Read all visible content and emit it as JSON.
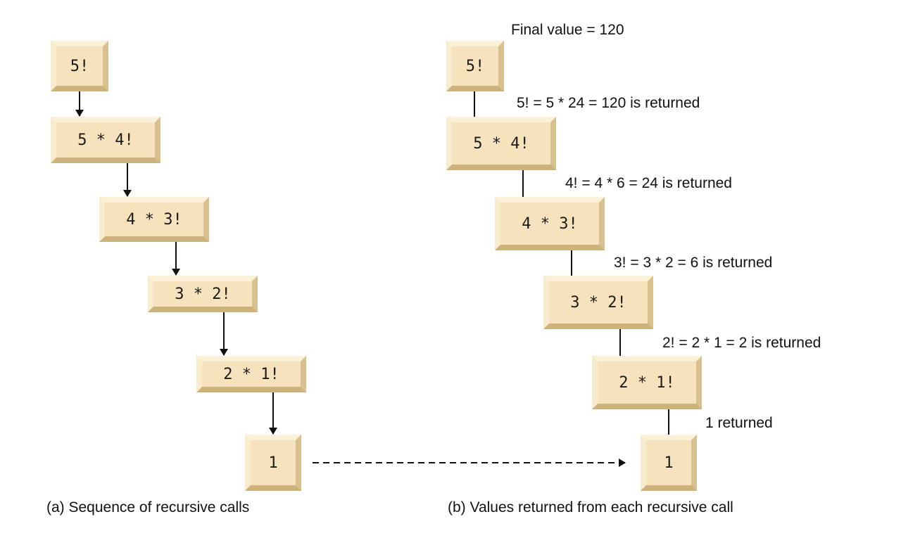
{
  "panel_a": {
    "caption": "(a) Sequence of recursive calls",
    "boxes": [
      "5!",
      "5 * 4!",
      "4 * 3!",
      "3 * 2!",
      "2 * 1!",
      "1"
    ]
  },
  "panel_b": {
    "caption": "(b) Values returned from each recursive call",
    "final_value": "Final value = 120",
    "boxes": [
      "5!",
      "5 * 4!",
      "4 * 3!",
      "3 * 2!",
      "2 * 1!",
      "1"
    ],
    "returns": [
      "5! = 5 * 24 = 120 is returned",
      "4! = 4 * 6 = 24 is returned",
      "3! = 3 * 2 = 6 is returned",
      "2! = 2 * 1 = 2 is returned",
      "1 returned"
    ]
  },
  "colors": {
    "box_face": "#f6e3bd",
    "arrow": "#111111"
  }
}
